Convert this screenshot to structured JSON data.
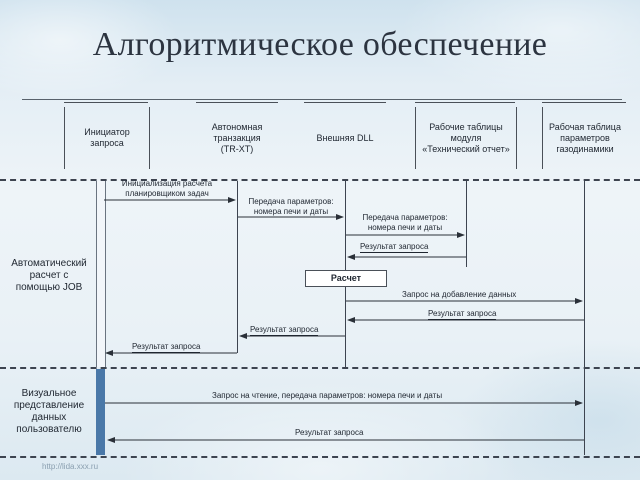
{
  "title": "Алгоритмическое обеспечение",
  "columns": [
    "Инициатор\nзапроса",
    "Автономная\nтранзакция\n(TR-XT)",
    "Внешняя DLL",
    "Рабочие таблицы\nмодуля\n«Технический отчет»",
    "Рабочая таблица\nпараметров\nгазодинамики"
  ],
  "sections": {
    "auto": "Автоматический\nрасчет с\nпомощью JOB",
    "visual": "Визуальное\nпредставление\nданных\nпользователю"
  },
  "messages": {
    "m1": "Инициализация расчета\nпланировщиком задач",
    "m2": "Передача параметров:\nномера печи и даты",
    "m3": "Передача параметров:\nномера печи и даты",
    "m4": "Результат запроса",
    "calc": "Расчет",
    "m5": "Запрос на добавление данных",
    "m6": "Результат запроса",
    "m7": "Результат запроса",
    "m8": "Результат запроса",
    "m9": "Запрос на чтение, передача параметров: номера печи и даты",
    "m10": "Результат запроса"
  },
  "footer_url": "http://lida.xxx.ru"
}
